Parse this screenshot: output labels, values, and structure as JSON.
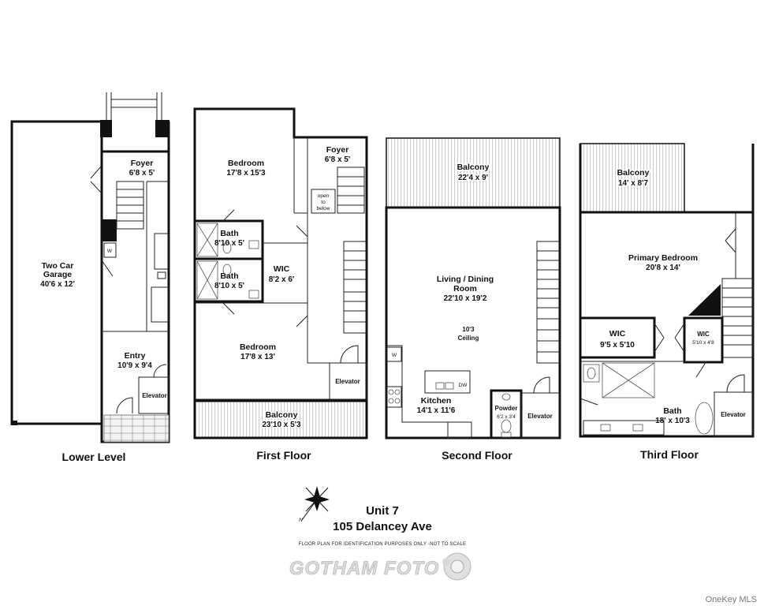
{
  "floors": {
    "lower": {
      "title": "Lower Level",
      "garage": {
        "name_line1": "Two Car",
        "name_line2": "Garage",
        "dims": "40'6 x 12'"
      },
      "foyer": {
        "name": "Foyer",
        "dims": "6'8 x 5'"
      },
      "entry": {
        "name": "Entry",
        "dims": "10'9 x 9'4"
      },
      "elevator": "Elevator",
      "washer": "W"
    },
    "first": {
      "title": "First Floor",
      "bedroom_top": {
        "name": "Bedroom",
        "dims": "17'8 x 15'3"
      },
      "foyer": {
        "name": "Foyer",
        "dims": "6'8 x 5'"
      },
      "open_to_below": {
        "line1": "open",
        "line2": "to",
        "line3": "below"
      },
      "bath1": {
        "name": "Bath",
        "dims": "8'10 x 5'"
      },
      "bath2": {
        "name": "Bath",
        "dims": "8'10 x 5'"
      },
      "wic": {
        "name": "WIC",
        "dims": "8'2 x 6'"
      },
      "bedroom_bottom": {
        "name": "Bedroom",
        "dims": "17'8 x 13'"
      },
      "elevator": "Elevator",
      "balcony": {
        "name": "Balcony",
        "dims": "23'10 x 5'3"
      }
    },
    "second": {
      "title": "Second Floor",
      "balcony": {
        "name": "Balcony",
        "dims": "22'4 x 9'"
      },
      "living": {
        "name_line1": "Living / Dining",
        "name_line2": "Room",
        "dims": "22'10 x 19'2"
      },
      "ceiling": {
        "line1": "10'3",
        "line2": "Ceiling"
      },
      "washer": "W",
      "dishwasher": "DW",
      "kitchen": {
        "name": "Kitchen",
        "dims": "14'1 x 11'6"
      },
      "powder": {
        "name": "Powder",
        "dims": "6'2 x 3'4"
      },
      "elevator": "Elevator"
    },
    "third": {
      "title": "Third Floor",
      "balcony": {
        "name": "Balcony",
        "dims": "14' x 8'7"
      },
      "primary": {
        "name": "Primary Bedroom",
        "dims": "20'8 x 14'"
      },
      "wic1": {
        "name": "WIC",
        "dims": "9'5 x 5'10"
      },
      "wic2": {
        "name": "WIC",
        "dims": "5'10 x 4'8"
      },
      "bath": {
        "name": "Bath",
        "dims": "18' x 10'3"
      },
      "elevator": "Elevator"
    }
  },
  "footer": {
    "unit": "Unit 7",
    "address": "105 Delancey Ave",
    "disclaimer": "FLOOR PLAN FOR IDENTIFICATION PURPOSES ONLY -NOT TO SCALE",
    "watermark": "GOTHAM FOTO",
    "compass_letter": "N",
    "mls": "OneKey MLS"
  }
}
